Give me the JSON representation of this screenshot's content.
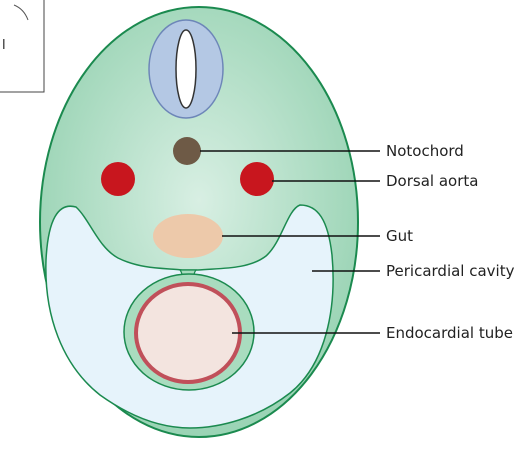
{
  "labels": {
    "notochord": "Notochord",
    "dorsal_aorta": "Dorsal aorta",
    "gut": "Gut",
    "pericardial_cavity": "Pericardial cavity",
    "endocardial_tube": "Endocardial tube"
  },
  "inset": {
    "partial_text": "l"
  },
  "colors": {
    "embryo_fill": "#a9dcbf",
    "embryo_stroke": "#1b8a4f",
    "neural_tube_fill": "#b4c8e4",
    "notochord_fill": "#6e5a46",
    "aorta_fill": "#c8161e",
    "gut_fill": "#edc9aa",
    "pericardial_fill": "#e6f3fb",
    "endocardial_ring": "#c0505a",
    "endocardial_fill": "#f3e4df"
  }
}
